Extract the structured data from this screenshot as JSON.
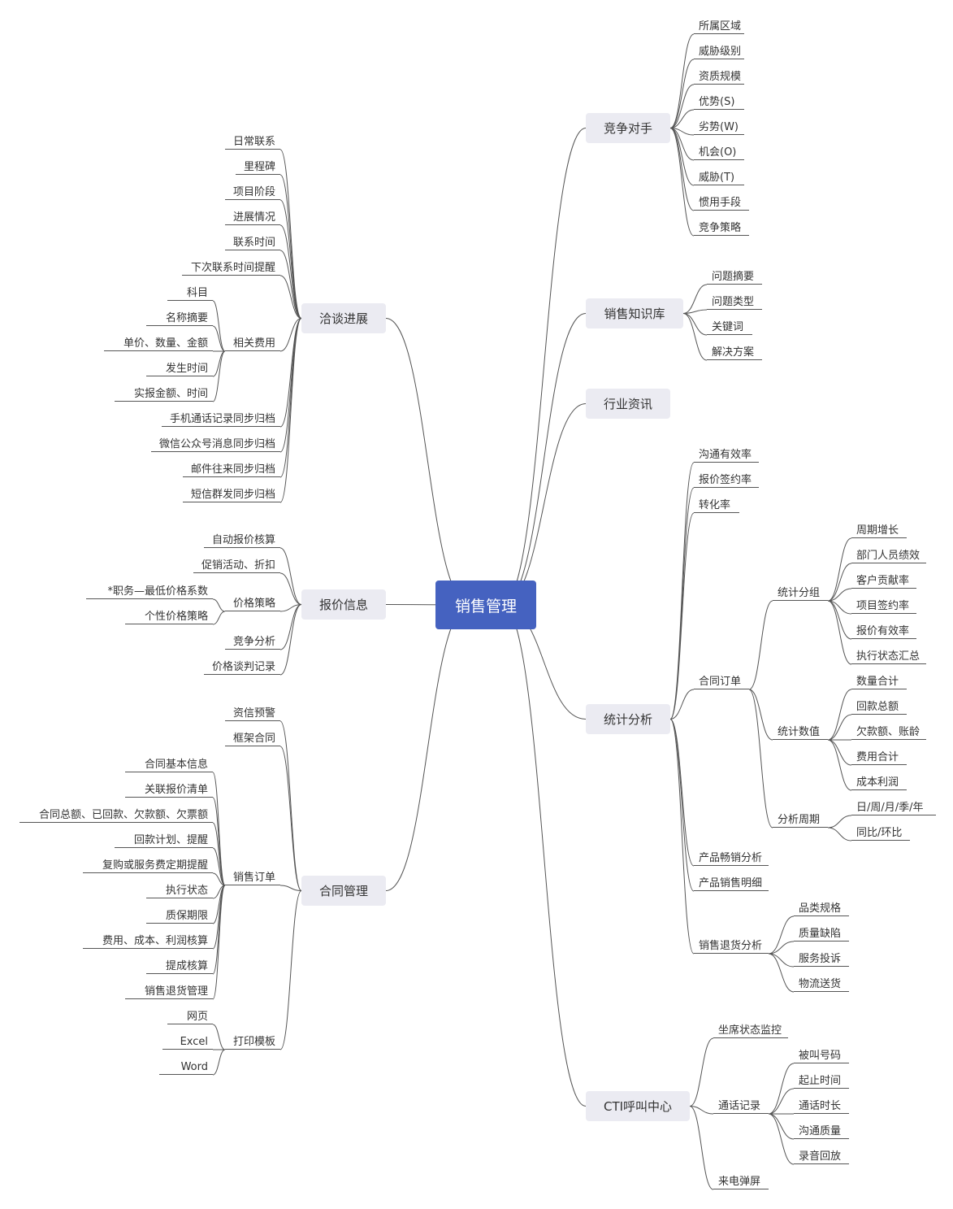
{
  "root": {
    "id": "root",
    "label": "销售管理"
  },
  "branches": [
    {
      "id": "jzds",
      "label": "竞争对手",
      "side": "right",
      "color": "#ebebf2"
    },
    {
      "id": "zsk",
      "label": "销售知识库",
      "side": "right"
    },
    {
      "id": "hyzx",
      "label": "行业资讯",
      "side": "right"
    },
    {
      "id": "tjfx",
      "label": "统计分析",
      "side": "right"
    },
    {
      "id": "cti",
      "label": "CTI呼叫中心",
      "side": "right"
    },
    {
      "id": "qtjz",
      "label": "洽谈进展",
      "side": "left"
    },
    {
      "id": "bjxx",
      "label": "报价信息",
      "side": "left"
    },
    {
      "id": "htgl",
      "label": "合同管理",
      "side": "left"
    }
  ],
  "leaves": [
    {
      "id": "j1",
      "parent": "jzds",
      "label": "所属区域"
    },
    {
      "id": "j2",
      "parent": "jzds",
      "label": "威胁级别"
    },
    {
      "id": "j3",
      "parent": "jzds",
      "label": "资质规模"
    },
    {
      "id": "j4",
      "parent": "jzds",
      "label": "优势(S)"
    },
    {
      "id": "j5",
      "parent": "jzds",
      "label": "劣势(W)"
    },
    {
      "id": "j6",
      "parent": "jzds",
      "label": "机会(O)"
    },
    {
      "id": "j7",
      "parent": "jzds",
      "label": "威胁(T)"
    },
    {
      "id": "j8",
      "parent": "jzds",
      "label": "惯用手段"
    },
    {
      "id": "j9",
      "parent": "jzds",
      "label": "竞争策略"
    },
    {
      "id": "k1",
      "parent": "zsk",
      "label": "问题摘要"
    },
    {
      "id": "k2",
      "parent": "zsk",
      "label": "问题类型"
    },
    {
      "id": "k3",
      "parent": "zsk",
      "label": "关键词"
    },
    {
      "id": "k4",
      "parent": "zsk",
      "label": "解决方案"
    },
    {
      "id": "t1",
      "parent": "tjfx",
      "label": "沟通有效率"
    },
    {
      "id": "t2",
      "parent": "tjfx",
      "label": "报价签约率"
    },
    {
      "id": "t3",
      "parent": "tjfx",
      "label": "转化率"
    },
    {
      "id": "t4",
      "parent": "tjfx",
      "label": "合同订单"
    },
    {
      "id": "t4a",
      "parent": "t4",
      "label": "统计分组"
    },
    {
      "id": "t4a1",
      "parent": "t4a",
      "label": "周期增长"
    },
    {
      "id": "t4a2",
      "parent": "t4a",
      "label": "部门人员绩效"
    },
    {
      "id": "t4a3",
      "parent": "t4a",
      "label": "客户贡献率"
    },
    {
      "id": "t4a4",
      "parent": "t4a",
      "label": "项目签约率"
    },
    {
      "id": "t4a5",
      "parent": "t4a",
      "label": "报价有效率"
    },
    {
      "id": "t4a6",
      "parent": "t4a",
      "label": "执行状态汇总"
    },
    {
      "id": "t4b",
      "parent": "t4",
      "label": "统计数值"
    },
    {
      "id": "t4b1",
      "parent": "t4b",
      "label": "数量合计"
    },
    {
      "id": "t4b2",
      "parent": "t4b",
      "label": "回款总额"
    },
    {
      "id": "t4b3",
      "parent": "t4b",
      "label": "欠款额、账龄"
    },
    {
      "id": "t4b4",
      "parent": "t4b",
      "label": "费用合计"
    },
    {
      "id": "t4b5",
      "parent": "t4b",
      "label": "成本利润"
    },
    {
      "id": "t4c",
      "parent": "t4",
      "label": "分析周期"
    },
    {
      "id": "t4c1",
      "parent": "t4c",
      "label": "日/周/月/季/年"
    },
    {
      "id": "t4c2",
      "parent": "t4c",
      "label": "同比/环比"
    },
    {
      "id": "t5",
      "parent": "tjfx",
      "label": "产品畅销分析"
    },
    {
      "id": "t6",
      "parent": "tjfx",
      "label": "产品销售明细"
    },
    {
      "id": "t7",
      "parent": "tjfx",
      "label": "销售退货分析"
    },
    {
      "id": "t7a",
      "parent": "t7",
      "label": "品类规格"
    },
    {
      "id": "t7b",
      "parent": "t7",
      "label": "质量缺陷"
    },
    {
      "id": "t7c",
      "parent": "t7",
      "label": "服务投诉"
    },
    {
      "id": "t7d",
      "parent": "t7",
      "label": "物流送货"
    },
    {
      "id": "c1",
      "parent": "cti",
      "label": "坐席状态监控"
    },
    {
      "id": "c2",
      "parent": "cti",
      "label": "通话记录"
    },
    {
      "id": "c2a",
      "parent": "c2",
      "label": "被叫号码"
    },
    {
      "id": "c2b",
      "parent": "c2",
      "label": "起止时间"
    },
    {
      "id": "c2c",
      "parent": "c2",
      "label": "通话时长"
    },
    {
      "id": "c2d",
      "parent": "c2",
      "label": "沟通质量"
    },
    {
      "id": "c2e",
      "parent": "c2",
      "label": "录音回放"
    },
    {
      "id": "c3",
      "parent": "cti",
      "label": "来电弹屏"
    },
    {
      "id": "q1",
      "parent": "qtjz",
      "label": "日常联系"
    },
    {
      "id": "q2",
      "parent": "qtjz",
      "label": "里程碑"
    },
    {
      "id": "q3",
      "parent": "qtjz",
      "label": "项目阶段"
    },
    {
      "id": "q4",
      "parent": "qtjz",
      "label": "进展情况"
    },
    {
      "id": "q5",
      "parent": "qtjz",
      "label": "联系时间"
    },
    {
      "id": "q6",
      "parent": "qtjz",
      "label": "下次联系时间提醒"
    },
    {
      "id": "q7",
      "parent": "qtjz",
      "label": "相关费用"
    },
    {
      "id": "q7a",
      "parent": "q7",
      "label": "科目"
    },
    {
      "id": "q7b",
      "parent": "q7",
      "label": "名称摘要"
    },
    {
      "id": "q7c",
      "parent": "q7",
      "label": "单价、数量、金额"
    },
    {
      "id": "q7d",
      "parent": "q7",
      "label": "发生时间"
    },
    {
      "id": "q7e",
      "parent": "q7",
      "label": "实报金额、时间"
    },
    {
      "id": "q8",
      "parent": "qtjz",
      "label": "手机通话记录同步归档"
    },
    {
      "id": "q9",
      "parent": "qtjz",
      "label": "微信公众号消息同步归档"
    },
    {
      "id": "q10",
      "parent": "qtjz",
      "label": "邮件往来同步归档"
    },
    {
      "id": "q11",
      "parent": "qtjz",
      "label": "短信群发同步归档"
    },
    {
      "id": "b1",
      "parent": "bjxx",
      "label": "自动报价核算"
    },
    {
      "id": "b2",
      "parent": "bjxx",
      "label": "促销活动、折扣"
    },
    {
      "id": "b3",
      "parent": "bjxx",
      "label": "价格策略"
    },
    {
      "id": "b3a",
      "parent": "b3",
      "label": "*职务—最低价格系数"
    },
    {
      "id": "b3b",
      "parent": "b3",
      "label": "个性价格策略"
    },
    {
      "id": "b4",
      "parent": "bjxx",
      "label": "竞争分析"
    },
    {
      "id": "b5",
      "parent": "bjxx",
      "label": "价格谈判记录"
    },
    {
      "id": "h1",
      "parent": "htgl",
      "label": "资信预警"
    },
    {
      "id": "h2",
      "parent": "htgl",
      "label": "框架合同"
    },
    {
      "id": "h3",
      "parent": "htgl",
      "label": "销售订单"
    },
    {
      "id": "h3a",
      "parent": "h3",
      "label": "合同基本信息"
    },
    {
      "id": "h3b",
      "parent": "h3",
      "label": "关联报价清单"
    },
    {
      "id": "h3c",
      "parent": "h3",
      "label": "合同总额、已回款、欠款额、欠票额"
    },
    {
      "id": "h3d",
      "parent": "h3",
      "label": "回款计划、提醒"
    },
    {
      "id": "h3e",
      "parent": "h3",
      "label": "复购或服务费定期提醒"
    },
    {
      "id": "h3f",
      "parent": "h3",
      "label": "执行状态"
    },
    {
      "id": "h3g",
      "parent": "h3",
      "label": "质保期限"
    },
    {
      "id": "h3h",
      "parent": "h3",
      "label": "费用、成本、利润核算"
    },
    {
      "id": "h3i",
      "parent": "h3",
      "label": "提成核算"
    },
    {
      "id": "h3j",
      "parent": "h3",
      "label": "销售退货管理"
    },
    {
      "id": "h4",
      "parent": "htgl",
      "label": "打印模板"
    },
    {
      "id": "h4a",
      "parent": "h4",
      "label": "网页"
    },
    {
      "id": "h4b",
      "parent": "h4",
      "label": "Excel"
    },
    {
      "id": "h4c",
      "parent": "h4",
      "label": "Word"
    }
  ],
  "colors": {
    "root": "#4562c0",
    "branch": "#ebebf2",
    "line": "#555555"
  }
}
